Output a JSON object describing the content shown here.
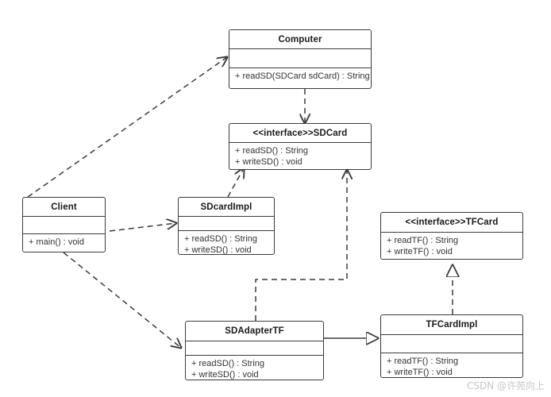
{
  "diagram": {
    "kind": "uml-class-diagram",
    "stroke_color": "#3b3b3b",
    "text_color": "#333333",
    "background": "#ffffff",
    "watermark": "CSDN @许苑向上"
  },
  "classes": {
    "computer": {
      "name": "Computer",
      "methods": [
        "+ readSD(SDCard sdCard) : String"
      ]
    },
    "sdcard": {
      "name": "<<interface>>SDCard",
      "methods": [
        "+ readSD() : String",
        "+ writeSD() : void"
      ]
    },
    "client": {
      "name": "Client",
      "methods": [
        "+ main() : void"
      ]
    },
    "sdcardimpl": {
      "name": "SDcardImpl",
      "methods": [
        "+ readSD() : String",
        "+ writeSD() : void"
      ]
    },
    "tfcard": {
      "name": "<<interface>>TFCard",
      "methods": [
        "+ readTF() : String",
        "+ writeTF() : void"
      ]
    },
    "sdadaptertf": {
      "name": "SDAdapterTF",
      "methods": [
        "+ readSD() : String",
        "+ writeSD() : void"
      ]
    },
    "tfcardimpl": {
      "name": "TFCardImpl",
      "methods": [
        "+ readTF() : String",
        "+ writeTF() : void"
      ]
    }
  },
  "relations": [
    {
      "id": "client-computer",
      "from": "Client",
      "to": "Computer",
      "type": "dependency",
      "line": "dashed",
      "arrow": "open"
    },
    {
      "id": "computer-sdcard",
      "from": "Computer",
      "to": "SDCard",
      "type": "dependency",
      "line": "dashed",
      "arrow": "open"
    },
    {
      "id": "client-sdcardimpl",
      "from": "Client",
      "to": "SDcardImpl",
      "type": "dependency",
      "line": "dashed",
      "arrow": "open"
    },
    {
      "id": "sdcardimpl-sdcard",
      "from": "SDcardImpl",
      "to": "SDCard",
      "type": "realization",
      "line": "dashed",
      "arrow": "open"
    },
    {
      "id": "client-sdadaptertf",
      "from": "Client",
      "to": "SDAdapterTF",
      "type": "dependency",
      "line": "dashed",
      "arrow": "open"
    },
    {
      "id": "sdadaptertf-sdcard",
      "from": "SDAdapterTF",
      "to": "SDCard",
      "type": "realization",
      "line": "dashed",
      "arrow": "open"
    },
    {
      "id": "sdadaptertf-tfcardimpl",
      "from": "SDAdapterTF",
      "to": "TFCardImpl",
      "type": "association",
      "line": "solid",
      "arrow": "hollow-triangle"
    },
    {
      "id": "tfcardimpl-tfcard",
      "from": "TFCardImpl",
      "to": "TFCard",
      "type": "realization",
      "line": "dashed",
      "arrow": "hollow-triangle"
    }
  ]
}
